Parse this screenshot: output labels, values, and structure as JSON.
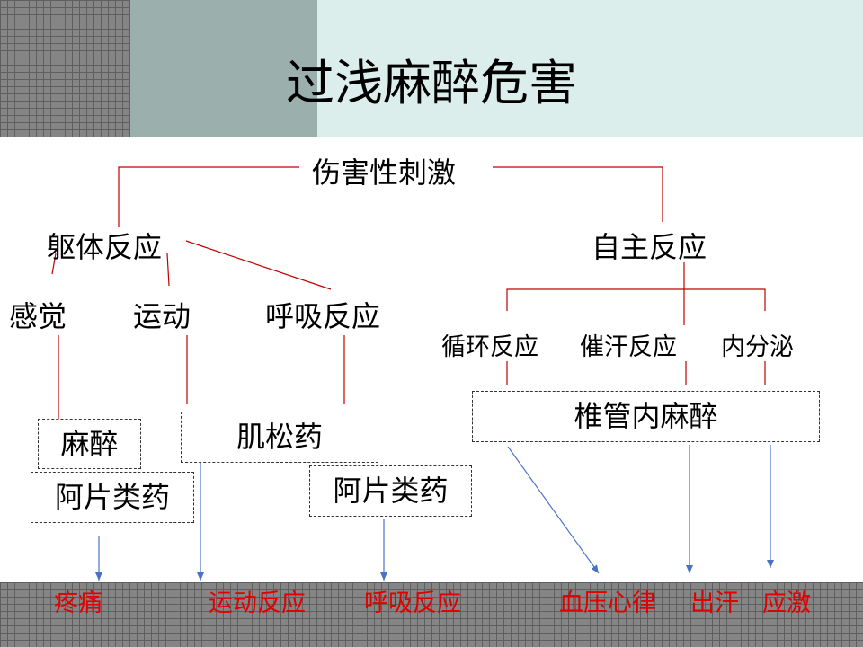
{
  "title": "过浅麻醉危害",
  "diagram": {
    "root": "伤害性刺激",
    "somatic": {
      "label": "躯体反应",
      "children": [
        "感觉",
        "运动",
        "呼吸反应"
      ]
    },
    "autonomic": {
      "label": "自主反应",
      "children": [
        "循环反应",
        "催汗反应",
        "内分泌"
      ]
    },
    "boxes": {
      "anesthesia": "麻醉",
      "opioid_left": "阿片类药",
      "muscle_relaxant": "肌松药",
      "opioid_right": "阿片类药",
      "spinal": "椎管内麻醉"
    },
    "outcomes": [
      "疼痛",
      "运动反应",
      "呼吸反应",
      "血压心律",
      "出汗",
      "应激"
    ]
  },
  "colors": {
    "connector_red": "#c00000",
    "arrow_blue": "#4a72c4",
    "outcome_text": "#e00000",
    "header_mid": "#9bb0ac",
    "header_light": "#dbeeeb",
    "grid_gray": "#858585"
  }
}
